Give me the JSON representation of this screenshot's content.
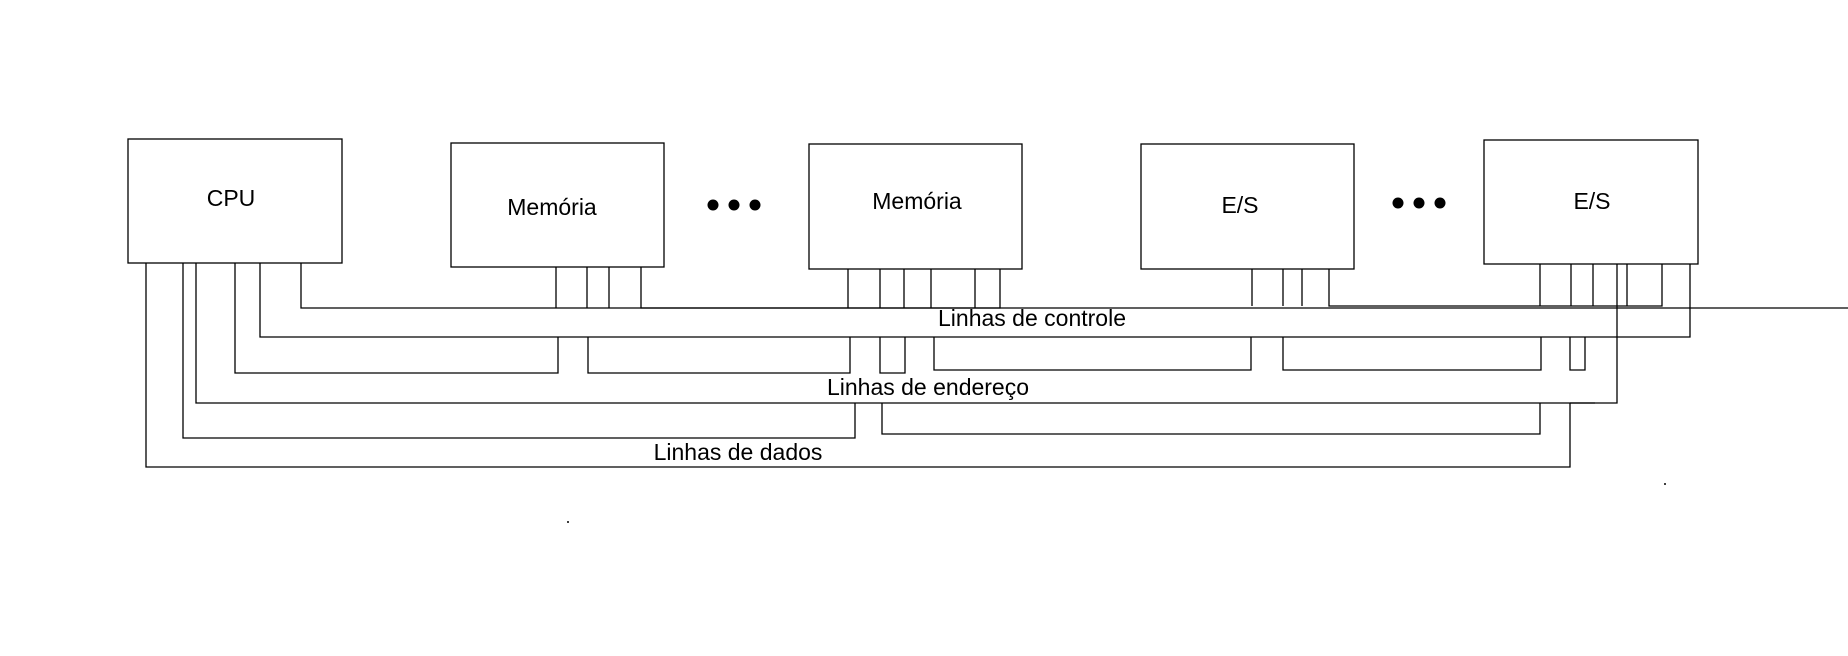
{
  "components": {
    "cpu": "CPU",
    "mem1": "Memória",
    "mem2": "Memória",
    "io1": "E/S",
    "io2": "E/S"
  },
  "buses": {
    "control": "Linhas de controle",
    "address": "Linhas de endereço",
    "data": "Linhas de dados"
  },
  "ellipsis_groups": 2
}
